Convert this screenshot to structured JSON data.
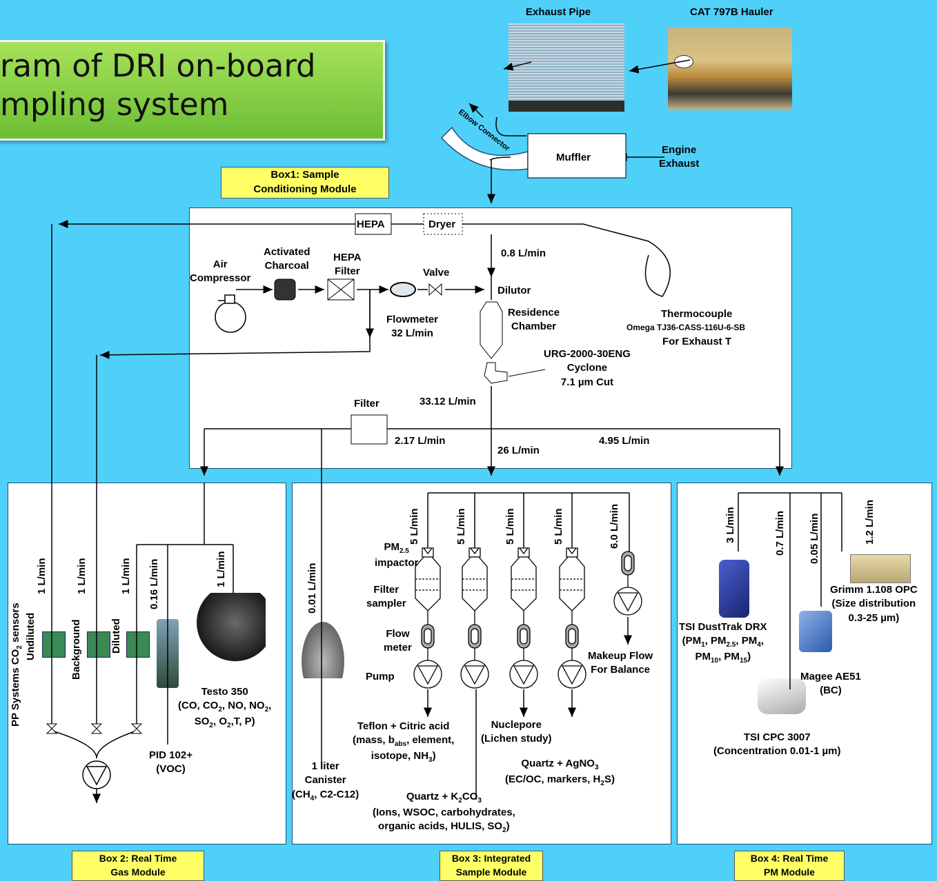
{
  "title_lines": [
    "ram of DRI on-board",
    "mpling system"
  ],
  "labels": {
    "exhaust_pipe": "Exhaust Pipe",
    "hauler": "CAT 797B Hauler",
    "elbow": "Elbow Connector",
    "muffler": "Muffler",
    "engine_exhaust": "Engine\nExhaust",
    "box1": "Box1: Sample\nConditioning Module",
    "hepa": "HEPA",
    "dryer": "Dryer",
    "flow_08": "0.8 L/min",
    "air_compressor": "Air\nCompressor",
    "activated_charcoal": "Activated\nCharcoal",
    "hepa_filter": "HEPA\nFilter",
    "valve": "Valve",
    "dilutor": "Dilutor",
    "residence": "Residence\nChamber",
    "flowmeter": "Flowmeter\n32 L/min",
    "thermo_1": "Thermocouple",
    "thermo_2": "Omega TJ36-CASS-116U-6-SB",
    "thermo_3": "For Exhaust T",
    "cyclone": "URG-2000-30ENG\nCyclone\n7.1 µm Cut",
    "filter": "Filter",
    "flow_3312": "33.12 L/min",
    "flow_217": "2.17 L/min",
    "flow_26": "26 L/min",
    "flow_495": "4.95 L/min",
    "v_1_a": "1 L/min",
    "v_1_b": "1 L/min",
    "v_1_c": "1 L/min",
    "v_016": "0.16 L/min",
    "v_1_d": "1 L/min",
    "pp_systems": "PP Systems CO",
    "pp_sub": "2",
    "pp_tail": " sensors",
    "undiluted": "Undiluted",
    "background": "Background",
    "diluted": "Diluted",
    "testo_name": "Testo 350",
    "testo_l1": "(CO, CO",
    "testo_l1b": ", NO, NO",
    "testo_l2a": "SO",
    "testo_l2b": ", O",
    "testo_l2c": ",T, P)",
    "pid": "PID 102+\n(VOC)",
    "v_001": "0.01 L/min",
    "canister": "1 liter\nCanister",
    "canister_ch4": "(CH",
    "canister_tail": ", C2-C12)",
    "v_5_1": "5 L/min",
    "v_5_2": "5 L/min",
    "v_5_3": "5 L/min",
    "v_5_4": "5 L/min",
    "v_60": "6.0 L/min",
    "pm25": "PM",
    "pm25_sub": "2.5",
    "impactor": "impactor",
    "filter_sampler": "Filter\nsampler",
    "flow_meter": "Flow\nmeter",
    "pump": "Pump",
    "makeup": "Makeup Flow\nFor Balance",
    "teflon_1": "Teflon + Citric acid",
    "teflon_2a": "(mass, b",
    "teflon_2sub": "abs",
    "teflon_2b": ", element,",
    "teflon_3a": "isotope, NH",
    "teflon_3b": ")",
    "nuclepore": "Nuclepore\n(Lichen study)",
    "agno3_a": "Quartz + AgNO",
    "agno3_b": "(EC/OC, markers, H",
    "agno3_c": "S)",
    "k2co3_a": "Quartz + K",
    "k2co3_b": "CO",
    "k2co3_l2": "(Ions, WSOC, carbohydrates,",
    "k2co3_l3a": "organic acids, HULIS, SO",
    "k2co3_l3b": ")",
    "v_3": "3 L/min",
    "v_07": "0.7 L/min",
    "v_005": "0.05 L/min",
    "v_12": "1.2 L/min",
    "grimm": "Grimm 1.108 OPC\n(Size distribution\n0.3-25 µm)",
    "dusttrak_1": "TSI DustTrak DRX",
    "dusttrak_2": "(PM",
    "dusttrak_3": "PM",
    "magee": "Magee AE51\n(BC)",
    "cpc": "TSI CPC 3007\n(Concentration 0.01-1 µm)",
    "box2": "Box 2: Real Time\nGas Module",
    "box3": "Box 3: Integrated\nSample Module",
    "box4": "Box 4: Real Time\nPM Module"
  },
  "colors": {
    "background": "#4fd0f9",
    "tag": "#ffff66",
    "title_box": "#8ed14a"
  },
  "icons": [
    "air-compressor-icon",
    "charcoal-filter-icon",
    "hepa-filter-icon",
    "flowmeter-icon",
    "valve-icon",
    "pump-icon",
    "cyclone-icon",
    "impactor-icon",
    "truck-photo",
    "exhaust-pipe-photo",
    "testo-photo",
    "canister-photo",
    "sensor-board-photo"
  ]
}
